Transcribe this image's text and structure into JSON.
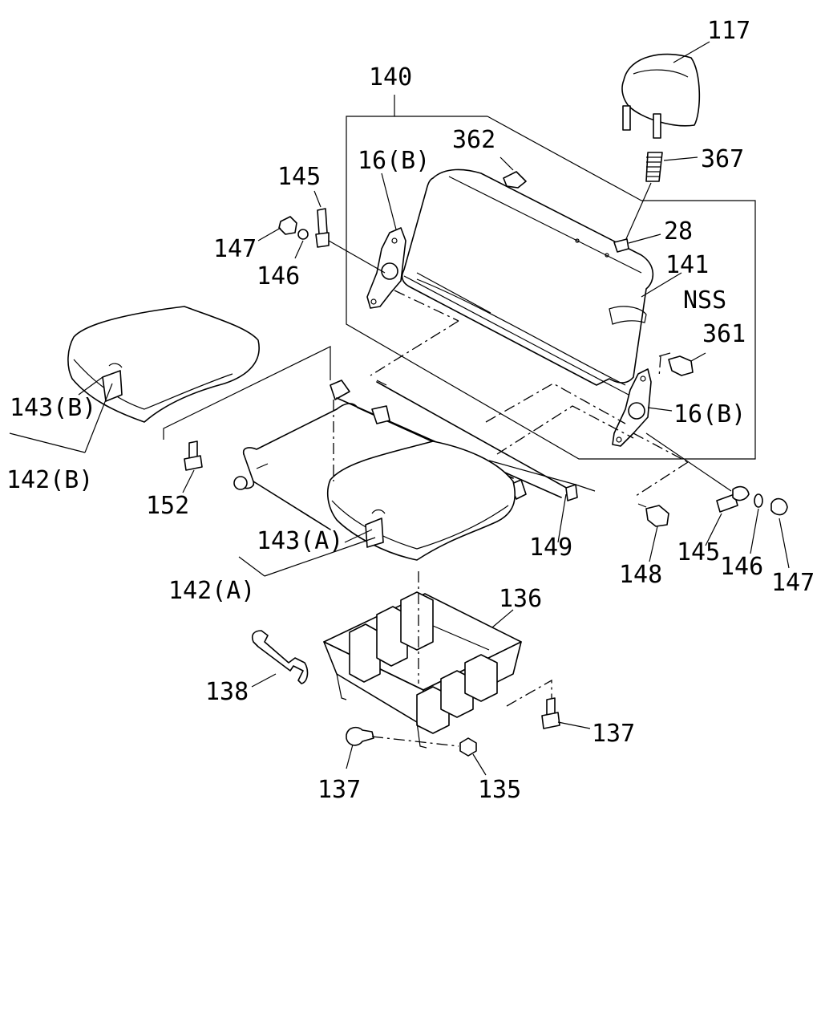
{
  "diagram": {
    "type": "exploded parts diagram",
    "callouts": {
      "c117": "117",
      "c140": "140",
      "c362": "362",
      "c367": "367",
      "c16b_top": "16(B)",
      "c145_top": "145",
      "c28": "28",
      "c147_top": "147",
      "c146_top": "146",
      "c141": "141",
      "cNSS": "NSS",
      "c361": "361",
      "c143b": "143(B)",
      "c16b_right": "16(B)",
      "c142b": "142(B)",
      "c152": "152",
      "c143a": "143(A)",
      "c149": "149",
      "c145_right": "145",
      "c146_right": "146",
      "c147_right": "147",
      "c148": "148",
      "c142a": "142(A)",
      "c136": "136",
      "c138": "138",
      "c137_right": "137",
      "c137_bottom": "137",
      "c135": "135"
    }
  }
}
